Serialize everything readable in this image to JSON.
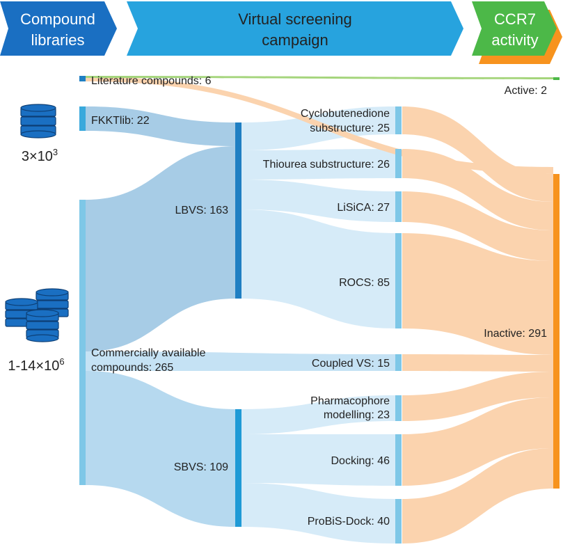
{
  "header": {
    "stage_1": {
      "line_1": "Compound",
      "line_2": "libraries"
    },
    "stage_2": {
      "line_1": "Virtual screening",
      "line_2": "campaign"
    },
    "stage_3": {
      "line_1": "CCR7",
      "line_2": "activity"
    }
  },
  "sources": {
    "literature": "Literature compounds: 6",
    "fkktlib": "FKKTlib: 22",
    "commercial_line_1": "Commercially available",
    "commercial_line_2": "compounds: 265"
  },
  "library_sizes": {
    "small_base": "3×10",
    "small_exp": "3",
    "large_base": "1-14×10",
    "large_exp": "6"
  },
  "methods": {
    "lbvs": "LBVS: 163",
    "sbvs": "SBVS: 109"
  },
  "approaches": {
    "cyclobutenedione_line_1": "Cyclobutenedione",
    "cyclobutenedione_line_2": "substructure: 25",
    "thiourea": "Thiourea substructure: 26",
    "lisica": "LiSiCA: 27",
    "rocs": "ROCS: 85",
    "coupled": "Coupled VS: 15",
    "pharmacophore_line_1": "Pharmacophore",
    "pharmacophore_line_2": "modelling: 23",
    "docking": "Docking: 46",
    "probis": "ProBiS-Dock: 40"
  },
  "outcomes": {
    "active": "Active: 2",
    "inactive": "Inactive: 291"
  },
  "colors": {
    "chevron_1": "#1a6fc2",
    "chevron_2": "#27a3de",
    "chevron_3": "#4cb848",
    "chevron_3_shadow": "#f7931e",
    "flow_blue_dark": "#a7cce6",
    "flow_blue_light": "#d6ebf8",
    "flow_orange": "#fbd3ae",
    "flow_green": "#a5d57c",
    "node_dark": "#1f7fc3",
    "node_light": "#7ec7e7",
    "node_orange": "#f7931e"
  }
}
